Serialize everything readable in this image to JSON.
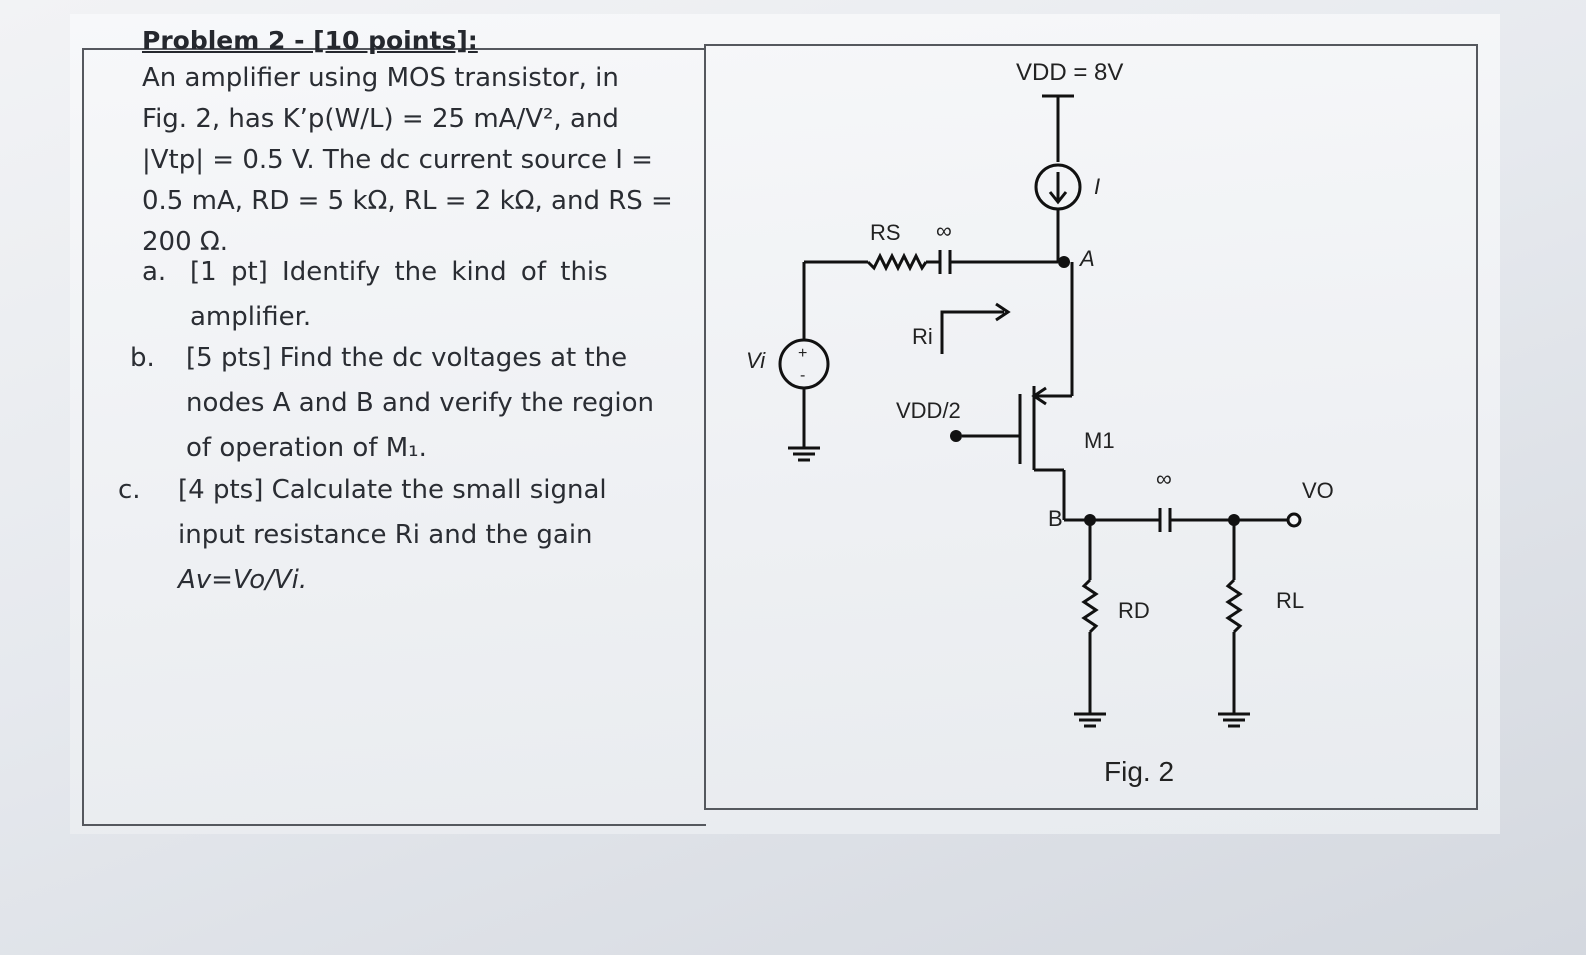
{
  "problem": {
    "title": "Problem 2 - [10 points]:",
    "intro_lines": [
      "An amplifier using MOS transistor, in",
      "Fig. 2, has K’p(W/L) = 25 mA/V², and",
      "|Vtp| = 0.5 V. The dc current source I =",
      "0.5 mA, RD = 5 kΩ, RL = 2 kΩ, and RS =",
      "200 Ω."
    ],
    "parts": [
      {
        "label": "a.",
        "lines": [
          "[1 pt] Identify the kind of this",
          "amplifier."
        ]
      },
      {
        "label": "b.",
        "lines": [
          "[5 pts] Find the dc voltages at the",
          "nodes A and B and verify the region",
          "of operation of M₁."
        ]
      },
      {
        "label": "c.",
        "lines": [
          "[4 pts] Calculate the small signal",
          "input resistance Ri and the gain",
          "Av=Vo/Vi."
        ]
      }
    ]
  },
  "circuit": {
    "vdd": "VDD = 8V",
    "current_source": "I",
    "node_a": "A",
    "node_b": "B",
    "rs": "RS",
    "cap_in": "∞",
    "cap_out": "∞",
    "ri": "Ri",
    "gate_bias": "VDD/2",
    "transistor": "M1",
    "rd": "RD",
    "rl": "RL",
    "vi": "Vi",
    "vo": "VO",
    "source_plus": "+",
    "source_minus": "-",
    "caption": "Fig. 2"
  }
}
